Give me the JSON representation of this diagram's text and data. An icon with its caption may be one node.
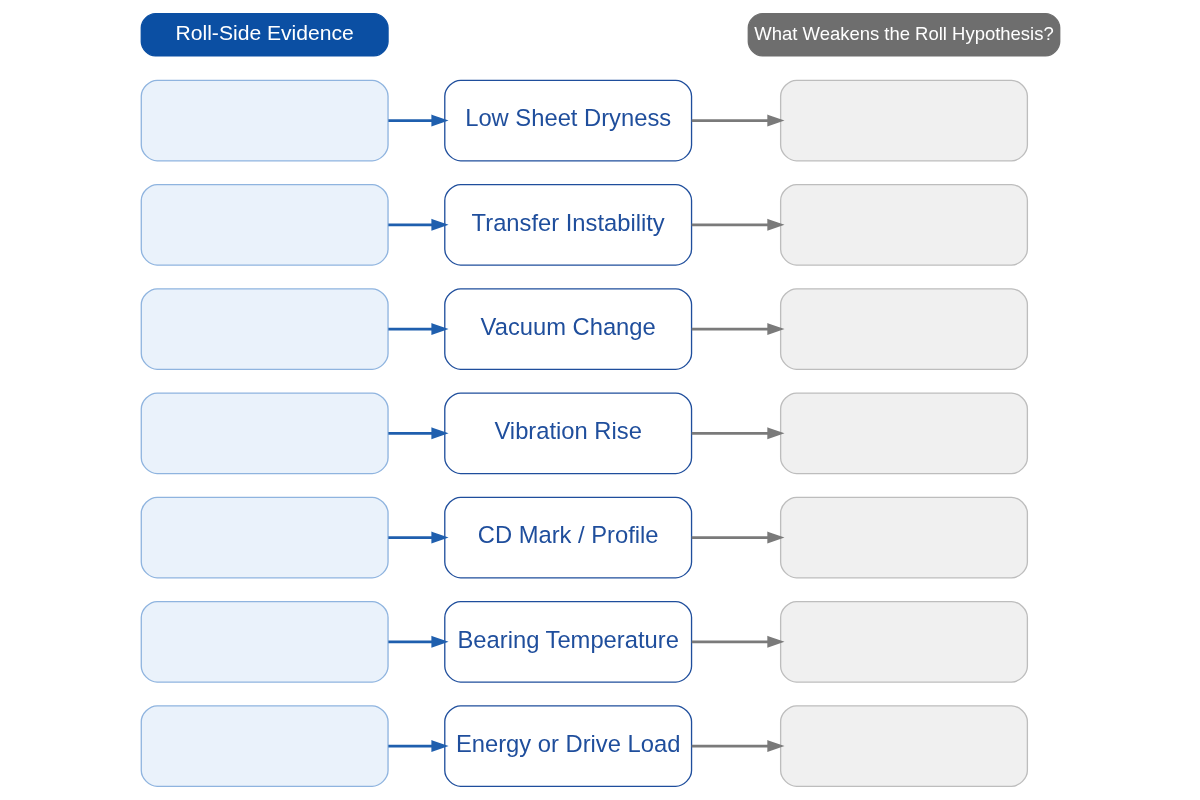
{
  "diagram": {
    "nodes": [
      {
        "text": [
          "Roll-Side Evidence"
        ]
      },
      {
        "text": [
          "What Weakens the Roll Hypothesis?"
        ]
      },
      {
        "text": [],
        "shape": "box"
      },
      {
        "text": [
          "Low Sheet Dryness"
        ]
      },
      {
        "text": [],
        "shape": "box"
      },
      {
        "text": [],
        "shape": "box"
      },
      {
        "text": [
          "Transfer Instability"
        ]
      },
      {
        "text": [],
        "shape": "box"
      },
      {
        "text": [],
        "shape": "box"
      },
      {
        "text": [
          "Vacuum Change"
        ]
      },
      {
        "text": [],
        "shape": "box"
      },
      {
        "text": [],
        "shape": "box"
      },
      {
        "text": [
          "Vibration Rise"
        ]
      },
      {
        "text": [],
        "shape": "box"
      },
      {
        "text": [],
        "shape": "box"
      },
      {
        "text": [
          "CD Mark / Profile"
        ]
      },
      {
        "text": [],
        "shape": "box"
      },
      {
        "text": [],
        "shape": "box"
      },
      {
        "text": [
          "Bearing Temperature"
        ]
      },
      {
        "text": [],
        "shape": "box"
      },
      {
        "text": [],
        "shape": "box"
      },
      {
        "text": [
          "Energy or Drive Load"
        ]
      },
      {
        "text": [],
        "shape": "box"
      }
    ],
    "edges": [
      {
        "from": 2,
        "to": 3,
        "arrow": "to"
      },
      {
        "from": 3,
        "to": 4,
        "arrow": "to",
        "color": "#7a7a7a"
      },
      {
        "from": 5,
        "to": 6,
        "arrow": "to"
      },
      {
        "from": 6,
        "to": 7,
        "arrow": "to",
        "color": "#7a7a7a"
      },
      {
        "from": 8,
        "to": 9,
        "arrow": "to"
      },
      {
        "from": 9,
        "to": 10,
        "arrow": "to",
        "color": "#7a7a7a"
      },
      {
        "from": 11,
        "to": 12,
        "arrow": "to"
      },
      {
        "from": 12,
        "to": 13,
        "arrow": "to",
        "color": "#7a7a7a"
      },
      {
        "from": 14,
        "to": 15,
        "arrow": "to"
      },
      {
        "from": 15,
        "to": 16,
        "arrow": "to",
        "color": "#7a7a7a"
      },
      {
        "from": 17,
        "to": 18,
        "arrow": "to"
      },
      {
        "from": 18,
        "to": 19,
        "arrow": "to",
        "color": "#7a7a7a"
      },
      {
        "from": 20,
        "to": 21,
        "arrow": "to"
      },
      {
        "from": 21,
        "to": 22,
        "arrow": "to",
        "color": "#7a7a7a"
      }
    ]
  }
}
